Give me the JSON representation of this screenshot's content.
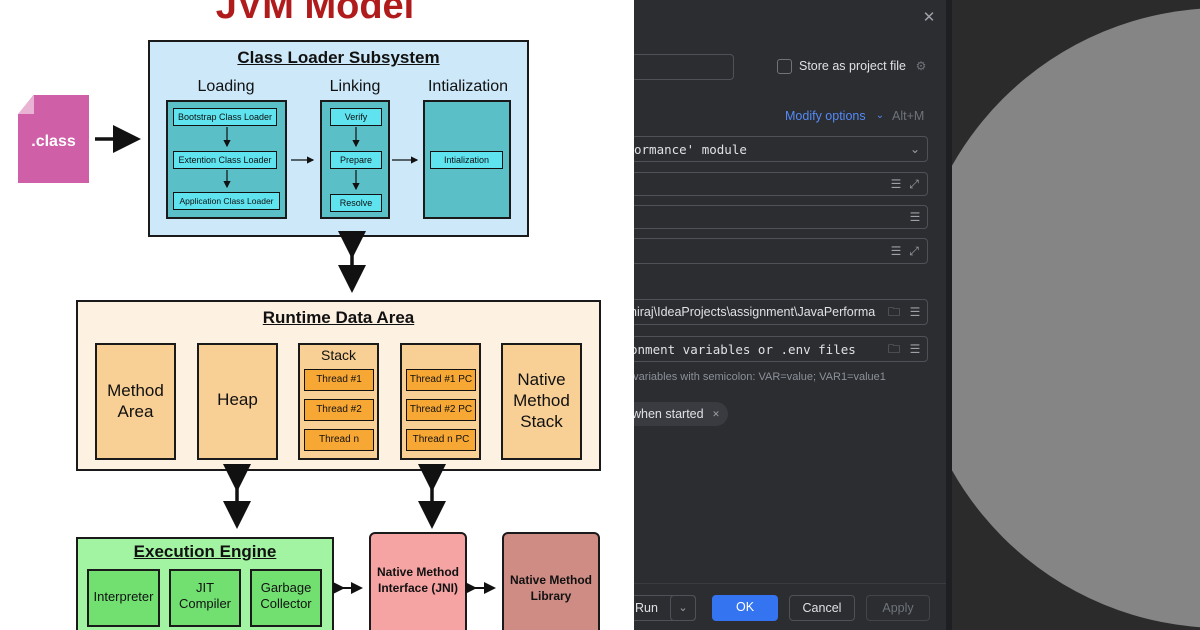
{
  "diagram": {
    "title": "JVM Model",
    "class_file": ".class",
    "class_loader": {
      "title": "Class Loader Subsystem",
      "loading": {
        "title": "Loading",
        "items": [
          "Bootstrap Class Loader",
          "Extention Class Loader",
          "Application Class Loader"
        ]
      },
      "linking": {
        "title": "Linking",
        "items": [
          "Verify",
          "Prepare",
          "Resolve"
        ]
      },
      "initialization": {
        "title": "Intialization",
        "item": "Intialization"
      }
    },
    "runtime": {
      "title": "Runtime Data Area",
      "method_area": "Method Area",
      "heap": "Heap",
      "stack": {
        "title": "Stack",
        "threads": [
          "Thread #1",
          "Thread #2",
          "Thread n"
        ]
      },
      "pc": [
        "Thread #1 PC",
        "Thread #2 PC",
        "Thread n PC"
      ],
      "native_stack": "Native Method Stack"
    },
    "execution": {
      "title": "Execution Engine",
      "items": [
        "Interpreter",
        "JIT Compiler",
        "Garbage Collector"
      ]
    },
    "jni": "Native Method Interface (JNI)",
    "native_lib": "Native Method Library",
    "colors": {
      "title": "#b01c1c",
      "class_loader_bg": "#cde8f8",
      "loader_inner": "#5bbfc8",
      "item_cyan": "#5ee3ef",
      "runtime_bg": "#fdf1e2",
      "runtime_block": "#f8cf94",
      "thread": "#f7a733",
      "exec_bg": "#a2f3a2",
      "exec_item": "#71e071",
      "jni": "#f6a3a3",
      "native_lib": "#cf8c84"
    }
  },
  "ide": {
    "store_label": "Store as project file",
    "modify_options": "Modify options",
    "modify_shortcut": "Alt+M",
    "module_value": "ormance' module",
    "working_dir": "hiraj\\IdeaProjects\\assignment\\JavaPerforma",
    "env_placeholder": "onment variables or .env files",
    "env_hint": "e variables with semicolon: VAR=value; VAR1=value1",
    "chip_label": "when started",
    "buttons": {
      "run": "Run",
      "ok": "OK",
      "cancel": "Cancel",
      "apply": "Apply"
    },
    "icons": [
      "close-icon",
      "gear-icon",
      "chevron-down-icon",
      "expand-icon",
      "list-icon",
      "folder-icon"
    ],
    "colors": {
      "bg": "#2b2d30",
      "accent": "#3574f0",
      "link": "#548af7"
    }
  }
}
